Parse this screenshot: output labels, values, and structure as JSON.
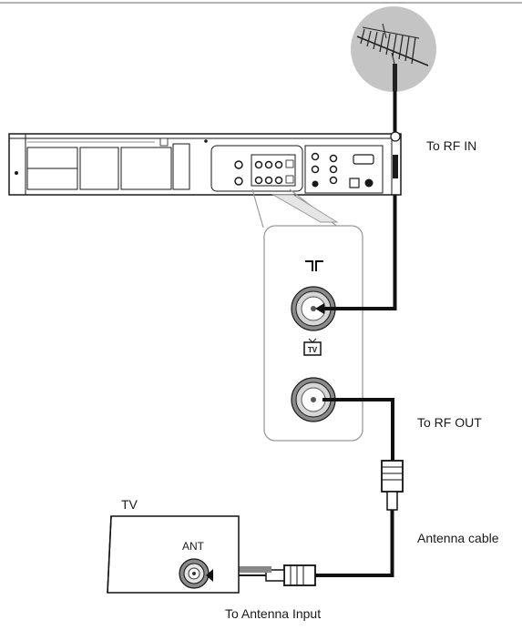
{
  "labels": {
    "to_rf_in": "To RF IN",
    "to_rf_out": "To RF OUT",
    "antenna_cable": "Antenna cable",
    "tv": "TV",
    "ant": "ANT",
    "to_antenna_input": "To Antenna Input"
  },
  "icons": {
    "antenna": "tv-antenna-icon",
    "rf_in": "rf-in-antenna-symbol-icon",
    "rf_out": "tv-symbol-icon"
  },
  "colors": {
    "line": "#1a1a1a",
    "cable": "#111111",
    "antenna_circle": "#bfbfbf",
    "connector_gray": "#8a8a8a",
    "panel_border": "#9a9a9a",
    "arrow": "#888888"
  }
}
